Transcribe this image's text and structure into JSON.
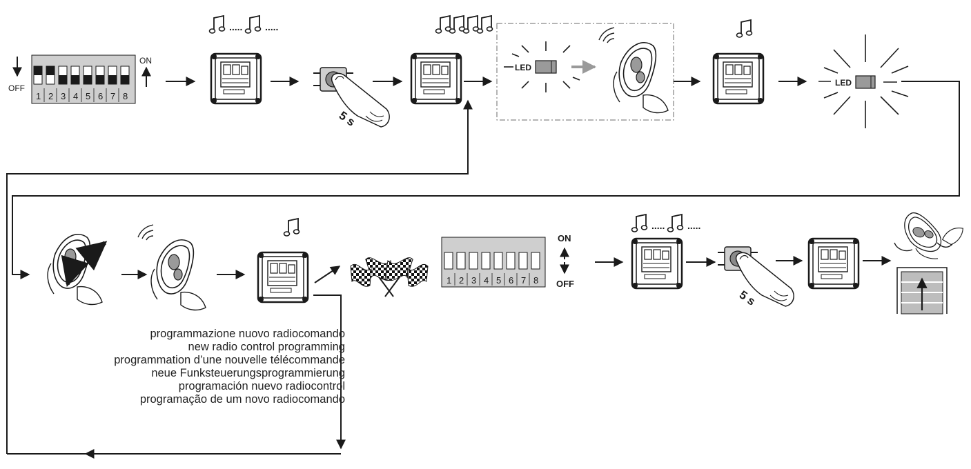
{
  "dip": {
    "off_label": "OFF",
    "on_label": "ON",
    "switch_numbers": [
      "1",
      "2",
      "3",
      "4",
      "5",
      "6",
      "7",
      "8"
    ]
  },
  "dip_final": {
    "on_label": "ON",
    "off_label": "OFF",
    "switch_numbers": [
      "1",
      "2",
      "3",
      "4",
      "5",
      "6",
      "7",
      "8"
    ]
  },
  "led_label": "LED",
  "press_duration": "5 s",
  "caption_lines": [
    "programmazione nuovo radiocomando",
    "new radio control programming",
    "programmation d’une nouvelle télécommande",
    "neue Funksteuerungsprogrammierung",
    "programación nuevo radiocontrol",
    "programação de um novo radiocomando"
  ],
  "colors": {
    "line": "#1a1a1a",
    "dip_fill": "#cfcfcf",
    "gray_arrow": "#9a9a9a",
    "button_cap": "#8a8a8a"
  }
}
